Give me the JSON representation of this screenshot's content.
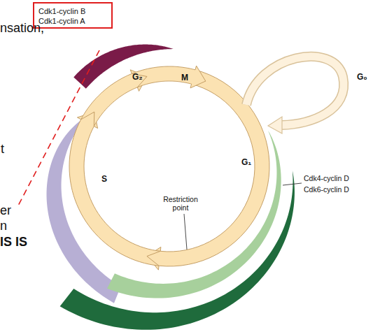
{
  "diagram": {
    "nodes": [
      {
        "text": [
          "Cdk1-cyclin B",
          "Cdk1-cyclin A"
        ]
      }
    ],
    "labels": [
      "nsation,",
      "G₂",
      "M",
      "G₀",
      "t",
      "G₁",
      "Cdk4-cyclin D",
      "S",
      "Cdk6-cyclin D",
      "Restriction point",
      "er",
      "n",
      "IS IS"
    ]
  }
}
